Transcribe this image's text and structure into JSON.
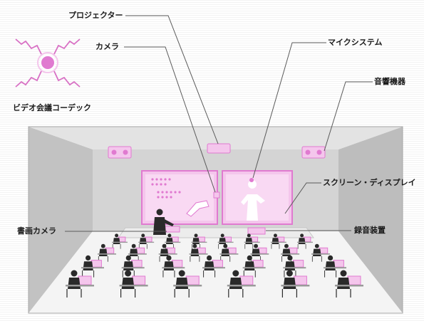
{
  "labels": {
    "projector": "プロジェクター",
    "camera": "カメラ",
    "mic_system": "マイクシステム",
    "audio": "音響機器",
    "codec": "ビデオ会議コーデック",
    "screen": "スクリーン・ディスプレイ",
    "document_camera": "書画カメラ",
    "recorder": "録音装置"
  },
  "colors": {
    "accent": "#e07ad0",
    "pink_light": "#f4c6ec",
    "wall": "#d0d0d0",
    "wall_side": "#bcbcbc",
    "floor": "#f2f2f2",
    "silhouette": "#2a2a2a"
  }
}
